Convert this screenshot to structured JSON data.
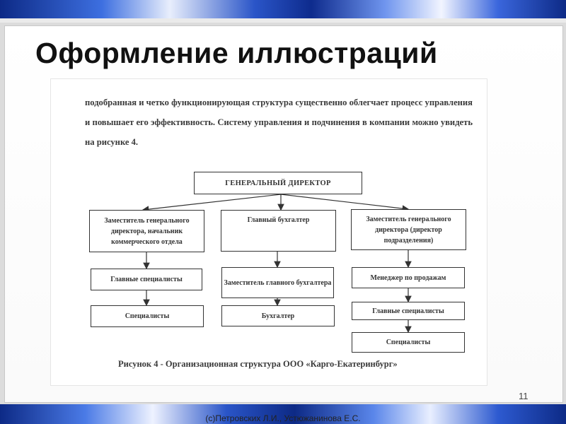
{
  "slide": {
    "title": "Оформление иллюстраций",
    "page_number": "11",
    "footer": "(c)Петровских Л.И., Устюжанинова Е.С."
  },
  "document": {
    "paragraph": "подобранная и четко функционирующая структура существенно облегчает процесс управления и повышает его эффективность. Систему управления и подчинения в компании можно увидеть на рисунке 4.",
    "caption": "Рисунок 4 - Организационная структура ООО «Карго-Екатеринбург»"
  },
  "org_chart": {
    "director": "ГЕНЕРАЛЬНЫЙ ДИРЕКТОР",
    "branches": [
      {
        "head": "Заместитель генерального директора, начальник коммерческого отдела",
        "children": [
          "Главные специалисты",
          "Специалисты"
        ]
      },
      {
        "head": "Главный бухгалтер",
        "children": [
          "Заместитель главного бухгалтера",
          "Бухгалтер"
        ]
      },
      {
        "head": "Заместитель генерального директора (директор подразделения)",
        "children": [
          "Менеджер по продажам",
          "Главные специалисты",
          "Специалисты"
        ]
      }
    ]
  }
}
